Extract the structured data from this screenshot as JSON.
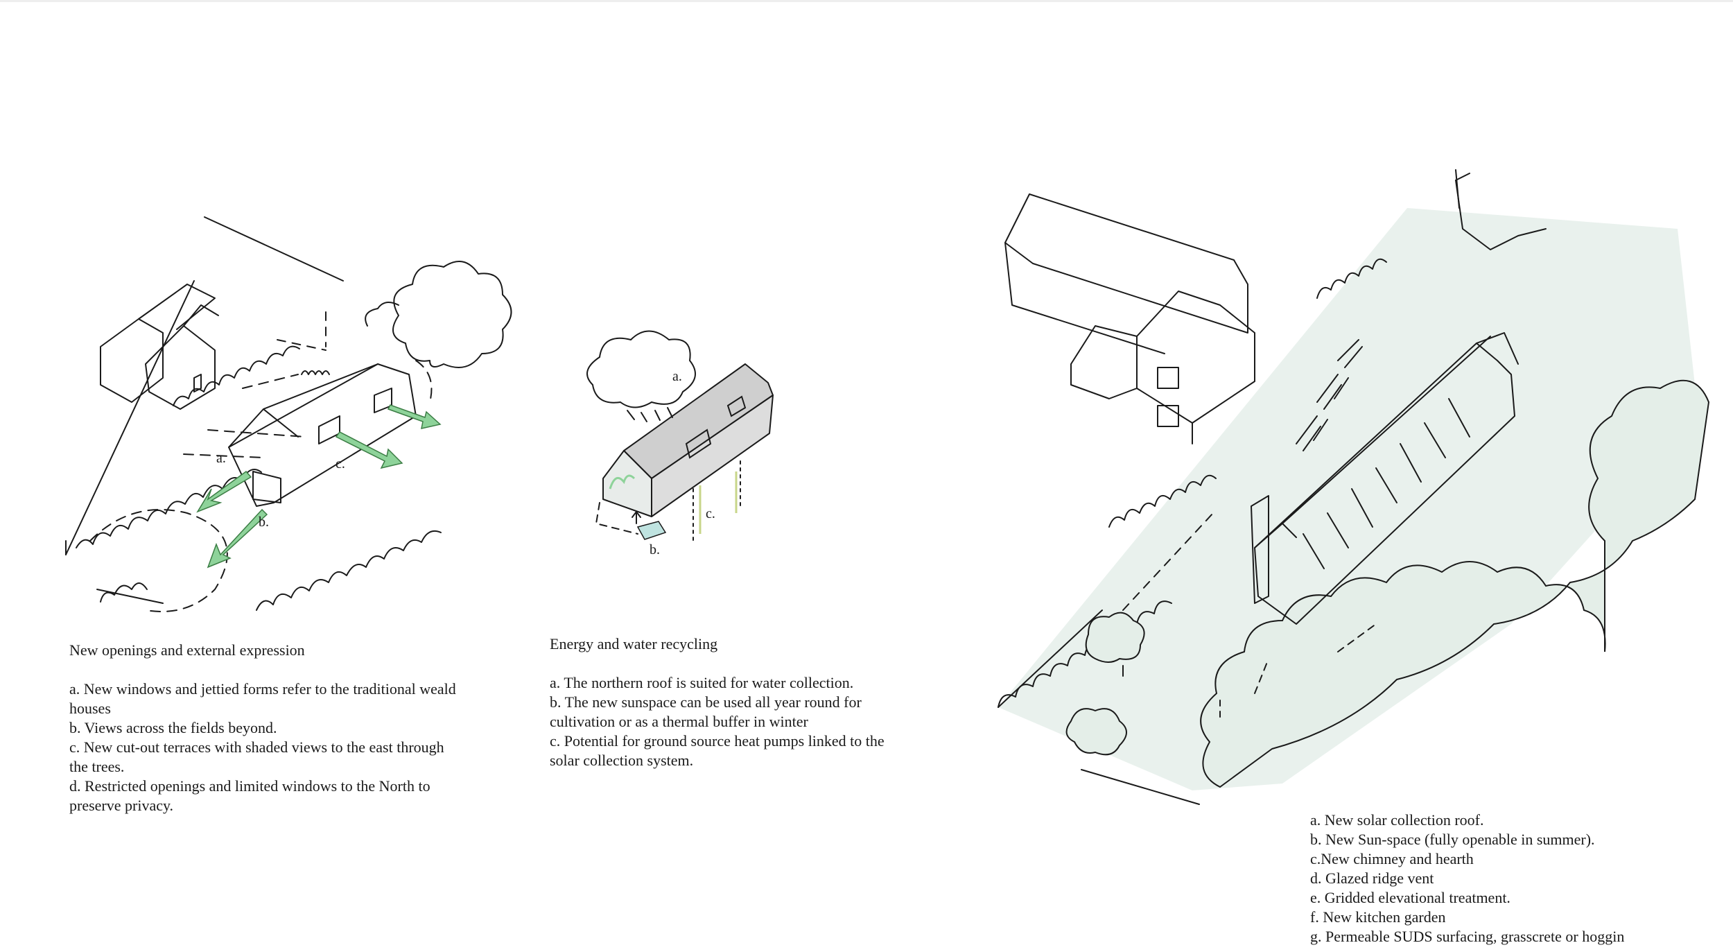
{
  "panel1": {
    "title": "New openings and external expression",
    "items": [
      "a. New windows and jettied forms refer to the traditional weald houses",
      "b. Views across the fields beyond.",
      "c. New cut-out terraces with shaded views to the east through the trees.",
      "d. Restricted openings and limited windows to the North to preserve privacy."
    ],
    "labels": {
      "a": "a.",
      "b": "b.",
      "c": "c."
    }
  },
  "panel2": {
    "title": "Energy and water recycling",
    "items": [
      "a.  The northern roof is suited for water collection.",
      "b. The new sunspace can be used all year round for cultivation or as a thermal buffer in winter",
      "c. Potential for ground source heat pumps linked to the solar collection system."
    ],
    "labels": {
      "a": "a.",
      "b": "b.",
      "c": "c."
    }
  },
  "panel3": {
    "items": [
      "a. New solar collection roof.",
      "b. New Sun-space (fully openable in summer).",
      "c.New chimney and hearth",
      "d. Glazed ridge vent",
      "e. Gridded elevational treatment.",
      "f. New kitchen garden",
      "g. Permeable SUDS surfacing, grasscrete or hoggin"
    ]
  },
  "colors": {
    "ink": "#1a1a1a",
    "green_arrow": "#8ed39a",
    "tint": "#e4eee8",
    "roof_grey": "#cfcfcf"
  }
}
